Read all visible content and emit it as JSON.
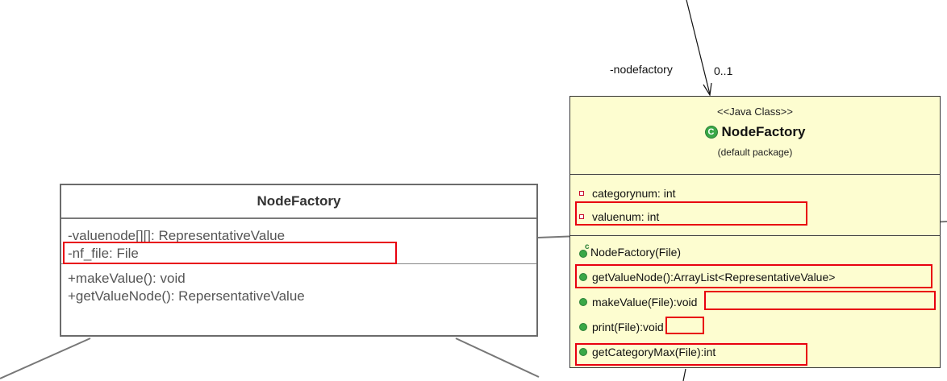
{
  "left_class": {
    "name": "NodeFactory",
    "attributes": [
      "-valuenode[][]: RepresentativeValue",
      "-nf_file: File"
    ],
    "operations": [
      "+makeValue(): void",
      "+getValueNode(): RepersentativeValue"
    ]
  },
  "right_class": {
    "stereotype": "<<Java Class>>",
    "name": "NodeFactory",
    "package": "(default package)",
    "class_icon": "C",
    "ctor_icon": "c",
    "attributes": [
      "categorynum: int",
      "valuenum: int"
    ],
    "operations": [
      "NodeFactory(File)",
      "getValueNode():ArrayList<RepresentativeValue>",
      "makeValue(File):void",
      "print(File):void",
      "getCategoryMax(File):int"
    ]
  },
  "association": {
    "role": "-nodefactory",
    "multiplicity": "0..1"
  },
  "colors": {
    "highlight": "#e8000f",
    "class_fill": "#fdfdd0",
    "public_icon": "#3aa847",
    "private_icon": "#c8102e"
  }
}
